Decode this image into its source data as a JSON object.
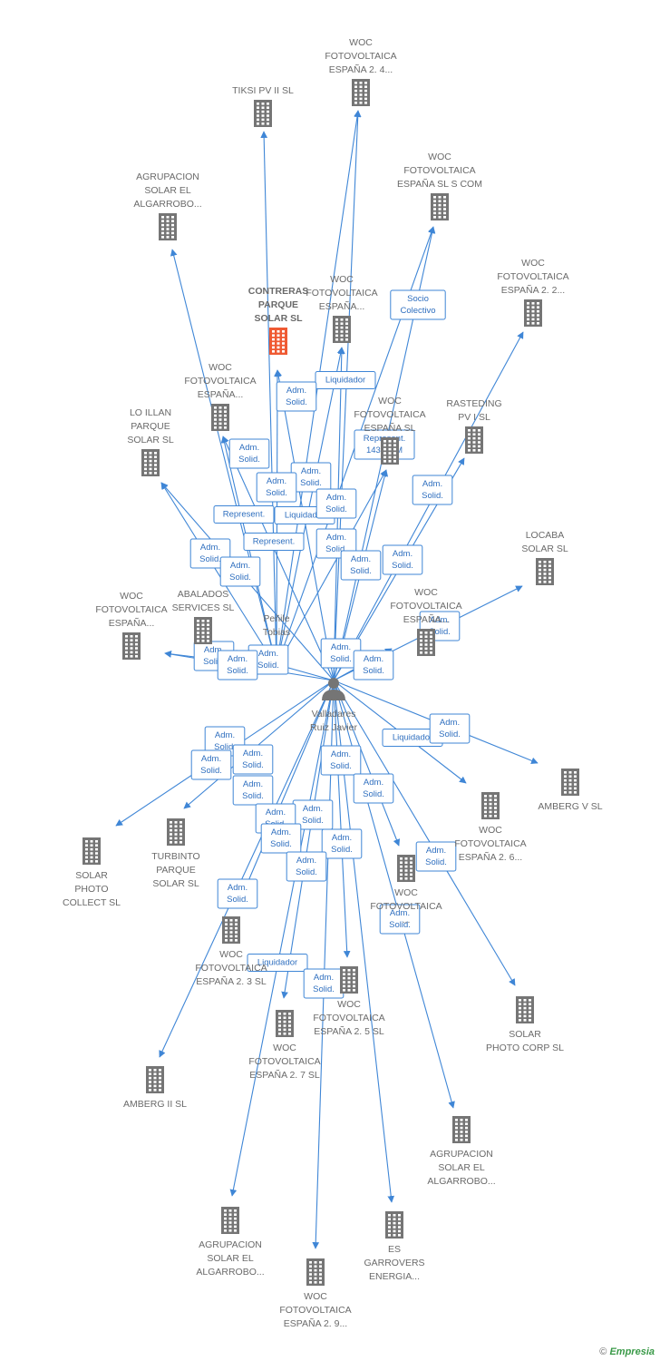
{
  "colors": {
    "edge": "#3f86d6",
    "building": "#757575",
    "building_main": "#ef5a33",
    "person": "#757575"
  },
  "persons": [
    {
      "id": "p1",
      "lines": [
        "Peñile",
        "Tobias"
      ]
    },
    {
      "id": "p2",
      "lines": [
        "Valladares",
        "Ruiz Javier"
      ]
    }
  ],
  "companies": [
    {
      "id": "c_woc24",
      "lines": [
        "WOC",
        "FOTOVOLTAICA",
        "ESPAÑA 2. 4..."
      ]
    },
    {
      "id": "c_tiksi",
      "lines": [
        "TIKSI PV II SL"
      ]
    },
    {
      "id": "c_agru1",
      "lines": [
        "AGRUPACION",
        "SOLAR EL",
        "ALGARROBO..."
      ]
    },
    {
      "id": "c_wocsl",
      "lines": [
        "WOC",
        "FOTOVOLTAICA",
        "ESPAÑA SL S COM"
      ]
    },
    {
      "id": "c_woc22",
      "lines": [
        "WOC",
        "FOTOVOLTAICA",
        "ESPAÑA 2. 2..."
      ]
    },
    {
      "id": "c_contreras",
      "lines": [
        "CONTRERAS",
        "PARQUE",
        "SOLAR SL"
      ],
      "main": true
    },
    {
      "id": "c_wocesp1",
      "lines": [
        "WOC",
        "FOTOVOLTAICA",
        "ESPAÑA..."
      ]
    },
    {
      "id": "c_wocesp2",
      "lines": [
        "WOC",
        "FOTOVOLTAICA",
        "ESPAÑA..."
      ]
    },
    {
      "id": "c_wocespsl",
      "lines": [
        "WOC",
        "FOTOVOLTAICA",
        "ESPAÑA SL"
      ]
    },
    {
      "id": "c_rasteding",
      "lines": [
        "RASTEDING",
        "PV I SL"
      ]
    },
    {
      "id": "c_loillan",
      "lines": [
        "LO ILLAN",
        "PARQUE",
        "SOLAR SL"
      ]
    },
    {
      "id": "c_locaba",
      "lines": [
        "LOCABA",
        "SOLAR SL"
      ]
    },
    {
      "id": "c_wocesp3",
      "lines": [
        "WOC",
        "FOTOVOLTAICA",
        "ESPAÑA..."
      ]
    },
    {
      "id": "c_abalados",
      "lines": [
        "ABALADOS",
        "SERVICES SL"
      ]
    },
    {
      "id": "c_wocesp4",
      "lines": [
        "WOC",
        "FOTOVOLTAICA",
        "ESPAÑA..."
      ]
    },
    {
      "id": "c_amberg5",
      "lines": [
        "AMBERG V SL"
      ]
    },
    {
      "id": "c_woc26",
      "lines": [
        "WOC",
        "FOTOVOLTAICA",
        "ESPAÑA 2. 6..."
      ]
    },
    {
      "id": "c_solarphotocollect",
      "lines": [
        "SOLAR",
        "PHOTO",
        "COLLECT SL"
      ]
    },
    {
      "id": "c_turbinto",
      "lines": [
        "TURBINTO",
        "PARQUE",
        "SOLAR SL"
      ]
    },
    {
      "id": "c_wocfoto",
      "lines": [
        "WOC",
        "FOTOVOLTAICA",
        "..."
      ]
    },
    {
      "id": "c_woc23",
      "lines": [
        "WOC",
        "FOTOVOLTAICA",
        "ESPAÑA 2. 3 SL"
      ]
    },
    {
      "id": "c_solarphotocorp",
      "lines": [
        "SOLAR",
        "PHOTO CORP SL"
      ]
    },
    {
      "id": "c_woc25",
      "lines": [
        "WOC",
        "FOTOVOLTAICA",
        "ESPAÑA 2. 5 SL"
      ]
    },
    {
      "id": "c_woc27",
      "lines": [
        "WOC",
        "FOTOVOLTAICA",
        "ESPAÑA 2. 7 SL"
      ]
    },
    {
      "id": "c_amberg2",
      "lines": [
        "AMBERG II SL"
      ]
    },
    {
      "id": "c_agru2",
      "lines": [
        "AGRUPACION",
        "SOLAR EL",
        "ALGARROBO..."
      ]
    },
    {
      "id": "c_agru3",
      "lines": [
        "AGRUPACION",
        "SOLAR EL",
        "ALGARROBO..."
      ]
    },
    {
      "id": "c_garrovers",
      "lines": [
        "ES",
        "GARROVERS",
        "ENERGIA..."
      ]
    },
    {
      "id": "c_woc29",
      "lines": [
        "WOC",
        "FOTOVOLTAICA",
        "ESPAÑA 2.  9..."
      ]
    }
  ],
  "edges": [
    {
      "from": "p1",
      "to": "c_woc24"
    },
    {
      "from": "p1",
      "to": "c_tiksi"
    },
    {
      "from": "p1",
      "to": "c_agru1"
    },
    {
      "from": "p1",
      "to": "c_wocsl"
    },
    {
      "from": "p1",
      "to": "c_contreras"
    },
    {
      "from": "p1",
      "to": "c_wocesp1"
    },
    {
      "from": "p1",
      "to": "c_wocesp2"
    },
    {
      "from": "p1",
      "to": "c_loillan"
    },
    {
      "from": "p1",
      "to": "c_wocesp4"
    },
    {
      "from": "p1",
      "to": "c_abalados"
    },
    {
      "from": "p1",
      "to": "c_wocespsl"
    },
    {
      "from": "p2",
      "to": "c_woc24"
    },
    {
      "from": "p2",
      "to": "c_wocsl"
    },
    {
      "from": "p2",
      "to": "c_woc22"
    },
    {
      "from": "p2",
      "to": "c_contreras"
    },
    {
      "from": "p2",
      "to": "c_wocesp1"
    },
    {
      "from": "p2",
      "to": "c_wocesp2"
    },
    {
      "from": "p2",
      "to": "c_wocespsl"
    },
    {
      "from": "p2",
      "to": "c_rasteding"
    },
    {
      "from": "p2",
      "to": "c_loillan"
    },
    {
      "from": "p2",
      "to": "c_locaba"
    },
    {
      "from": "p2",
      "to": "c_wocesp3"
    },
    {
      "from": "p2",
      "to": "c_wocesp4"
    },
    {
      "from": "p2",
      "to": "c_abalados"
    },
    {
      "from": "p2",
      "to": "c_amberg5"
    },
    {
      "from": "p2",
      "to": "c_woc26"
    },
    {
      "from": "p2",
      "to": "c_solarphotocollect"
    },
    {
      "from": "p2",
      "to": "c_turbinto"
    },
    {
      "from": "p2",
      "to": "c_wocfoto"
    },
    {
      "from": "p2",
      "to": "c_woc23"
    },
    {
      "from": "p2",
      "to": "c_solarphotocorp"
    },
    {
      "from": "p2",
      "to": "c_woc25"
    },
    {
      "from": "p2",
      "to": "c_woc27"
    },
    {
      "from": "p2",
      "to": "c_amberg2"
    },
    {
      "from": "p2",
      "to": "c_agru2"
    },
    {
      "from": "p2",
      "to": "c_agru3"
    },
    {
      "from": "p2",
      "to": "c_garrovers"
    },
    {
      "from": "p2",
      "to": "c_woc29"
    }
  ],
  "edge_labels": [
    {
      "lines": [
        "Socio",
        "Colectivo"
      ]
    },
    {
      "lines": [
        "Liquidador"
      ]
    },
    {
      "lines": [
        "Adm.",
        "Solid."
      ]
    },
    {
      "lines": [
        "Represent.",
        "143 RRM"
      ]
    },
    {
      "lines": [
        "Adm.",
        "Solid."
      ]
    },
    {
      "lines": [
        "Adm.",
        "Solid."
      ]
    },
    {
      "lines": [
        "Adm.",
        "Solid."
      ]
    },
    {
      "lines": [
        "Liquidador"
      ]
    },
    {
      "lines": [
        "Adm.",
        "Solid."
      ]
    },
    {
      "lines": [
        "Adm.",
        "Solid."
      ]
    },
    {
      "lines": [
        "Represent."
      ]
    },
    {
      "lines": [
        "Adm.",
        "Solid."
      ]
    },
    {
      "lines": [
        "Represent."
      ]
    },
    {
      "lines": [
        "Adm.",
        "Solid."
      ]
    },
    {
      "lines": [
        "Adm.",
        "Solid."
      ]
    },
    {
      "lines": [
        "Adm.",
        "Solid."
      ]
    },
    {
      "lines": [
        "Adm.",
        "Solid."
      ]
    },
    {
      "lines": [
        "Adm.",
        "Solid."
      ]
    },
    {
      "lines": [
        "Adm.",
        "Solid."
      ]
    },
    {
      "lines": [
        "Adm.",
        "Solid."
      ]
    },
    {
      "lines": [
        "Adm.",
        "Solid."
      ]
    },
    {
      "lines": [
        "Adm.",
        "Solid."
      ]
    },
    {
      "lines": [
        "Adm.",
        "Solid."
      ]
    },
    {
      "lines": [
        "Adm.",
        "Solid."
      ]
    },
    {
      "lines": [
        "Liquidador"
      ]
    },
    {
      "lines": [
        "Adm.",
        "Solid."
      ]
    },
    {
      "lines": [
        "Adm.",
        "Solid."
      ]
    },
    {
      "lines": [
        "Adm.",
        "Solid."
      ]
    },
    {
      "lines": [
        "Adm.",
        "Solid."
      ]
    },
    {
      "lines": [
        "Adm.",
        "Solid."
      ]
    },
    {
      "lines": [
        "Adm.",
        "Solid."
      ]
    },
    {
      "lines": [
        "Adm.",
        "Solid."
      ]
    },
    {
      "lines": [
        "Adm.",
        "Solid."
      ]
    },
    {
      "lines": [
        "Adm.",
        "Solid."
      ]
    },
    {
      "lines": [
        "Adm.",
        "Solid."
      ]
    },
    {
      "lines": [
        "Adm.",
        "Solid."
      ]
    },
    {
      "lines": [
        "Adm.",
        "Solid."
      ]
    },
    {
      "lines": [
        "Adm.",
        "Solid."
      ]
    },
    {
      "lines": [
        "Adm.",
        "Solid."
      ]
    },
    {
      "lines": [
        "Liquidador"
      ]
    },
    {
      "lines": [
        "Adm.",
        "Solid."
      ]
    }
  ],
  "footer": {
    "copyright": "©",
    "brand": "Empresia"
  }
}
